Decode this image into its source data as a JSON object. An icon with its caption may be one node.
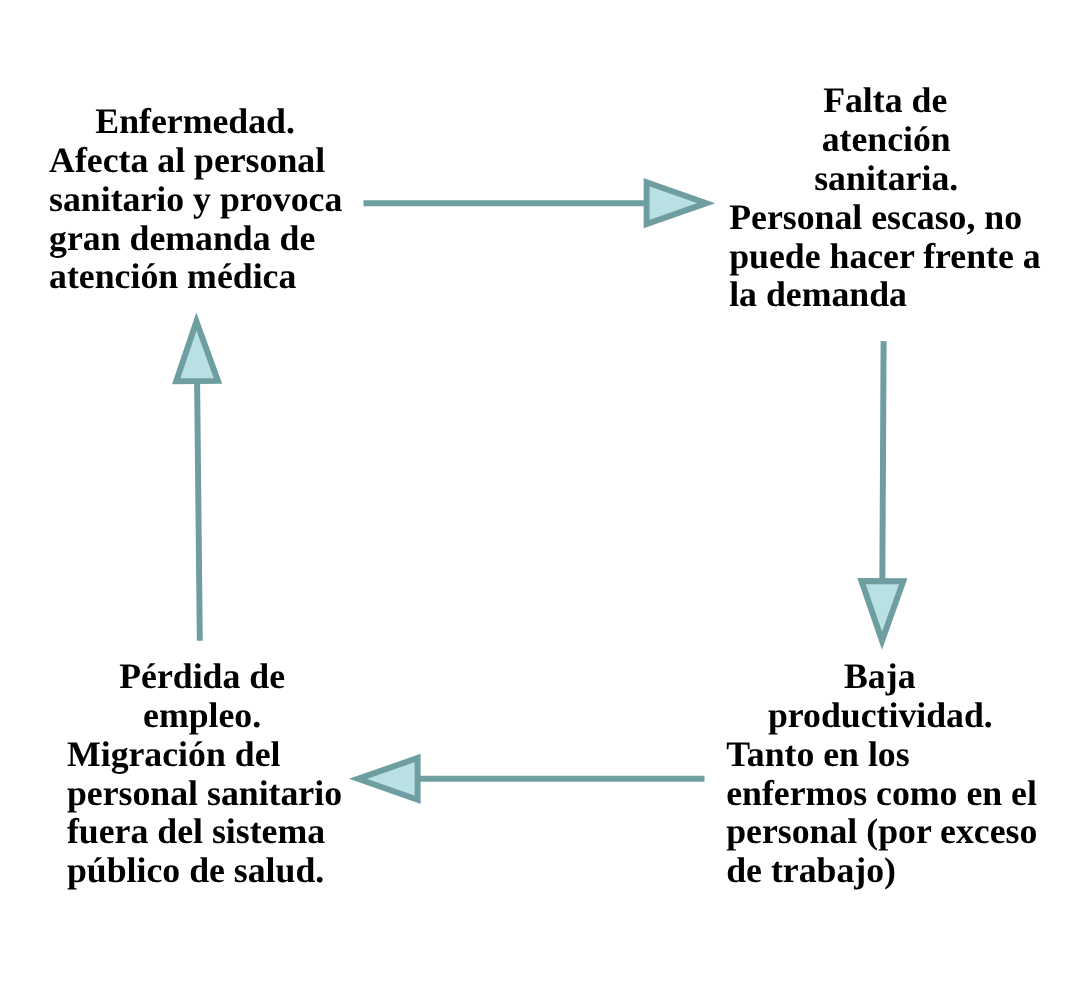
{
  "diagram": {
    "nodes": [
      {
        "text": [
          "Enfermedad.",
          "Afecta al personal sanitario y provoca gran demanda de atención médica"
        ]
      },
      {
        "text": [
          "Falta de atención sanitaria.",
          "Personal escaso, no puede hacer frente a la demanda"
        ]
      },
      {
        "text": [
          "Baja productividad.",
          "Tanto en los enfermos como en el personal (por exceso de trabajo)"
        ]
      },
      {
        "text": [
          "Pérdida de empleo.",
          "Migración del personal sanitario fuera del sistema público de salud."
        ]
      }
    ],
    "edges": [
      {
        "from": 0,
        "to": 1,
        "arrow": "to"
      },
      {
        "from": 1,
        "to": 2,
        "arrow": "to"
      },
      {
        "from": 2,
        "to": 3,
        "arrow": "to"
      },
      {
        "from": 3,
        "to": 0,
        "arrow": "to"
      }
    ]
  }
}
